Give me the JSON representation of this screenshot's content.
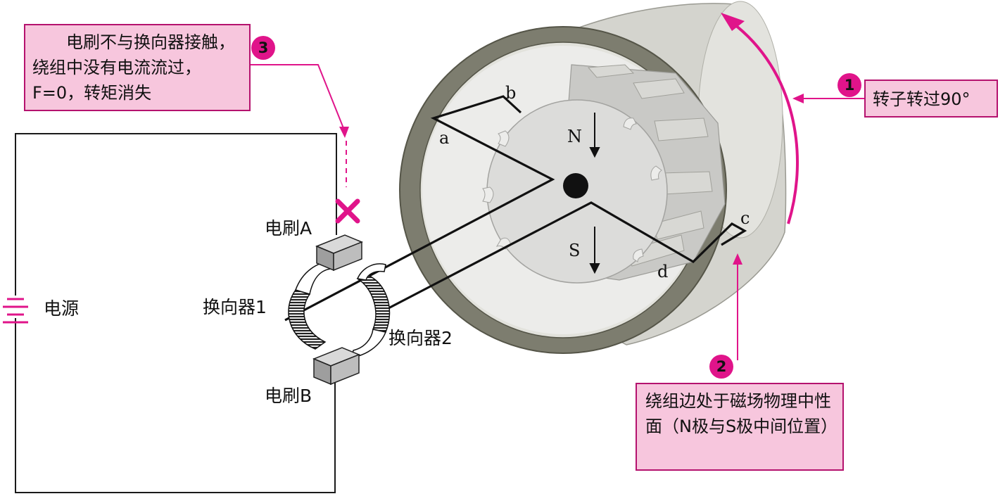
{
  "notes": {
    "note1": "转子转过90°",
    "note2": "绕组边处于磁场物理中性面（N极与S极中间位置）",
    "note3": "电刷不与换向器接触，绕组中没有电流流过，F=0，转矩消失"
  },
  "markers": {
    "m1": "1",
    "m2": "2",
    "m3": "3"
  },
  "labels": {
    "brush_a": "电刷A",
    "brush_b": "电刷B",
    "commutator_1": "换向器1",
    "commutator_2": "换向器2",
    "power": "电源",
    "pole_n": "N",
    "pole_s": "S",
    "coil_a": "a",
    "coil_b": "b",
    "coil_c": "c",
    "coil_d": "d"
  },
  "colors": {
    "accent": "#e0148a",
    "note_fill": "#f7c6dd",
    "note_border": "#b5126e",
    "stator_ring": "#7a7a6c",
    "stator_body": "#d6d6d0",
    "rotor": "#dedede"
  }
}
